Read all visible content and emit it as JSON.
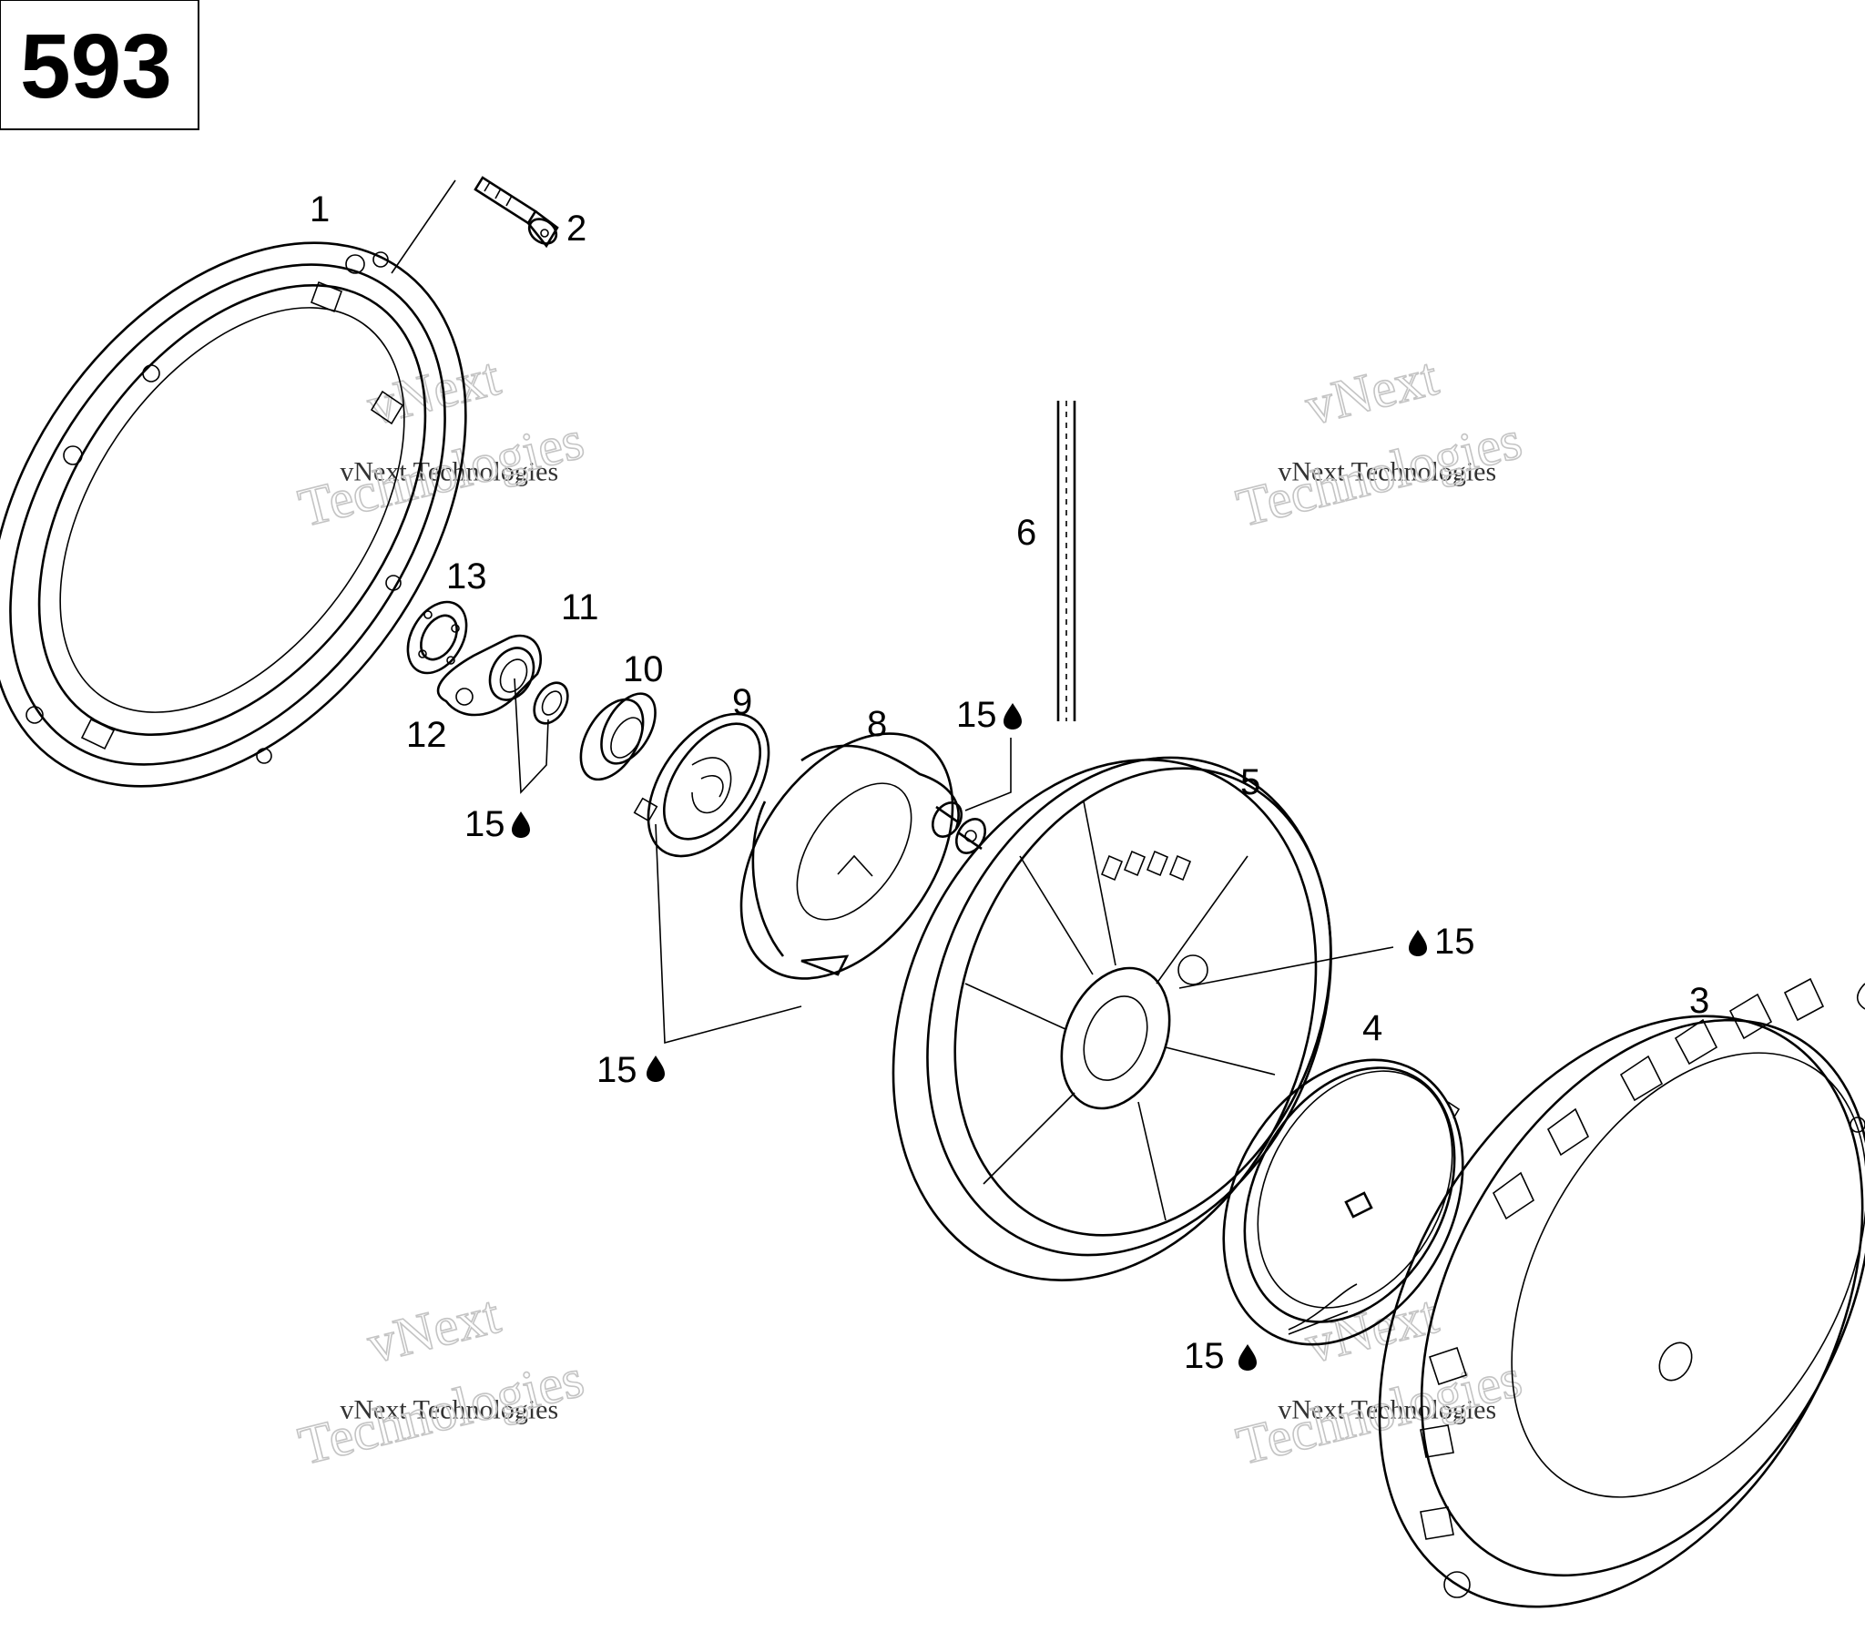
{
  "page_number": "593",
  "watermark": {
    "line1": "vNext",
    "line2": "vNext Technologies",
    "line3": "Technologies"
  },
  "callouts": [
    {
      "id": "1",
      "text": "1"
    },
    {
      "id": "2",
      "text": "2"
    },
    {
      "id": "3",
      "text": "3"
    },
    {
      "id": "4",
      "text": "4"
    },
    {
      "id": "5",
      "text": "5"
    },
    {
      "id": "6",
      "text": "6"
    },
    {
      "id": "8",
      "text": "8"
    },
    {
      "id": "9",
      "text": "9"
    },
    {
      "id": "10",
      "text": "10"
    },
    {
      "id": "11",
      "text": "11"
    },
    {
      "id": "12",
      "text": "12"
    },
    {
      "id": "13",
      "text": "13"
    },
    {
      "id": "15a",
      "text": "15"
    },
    {
      "id": "15b",
      "text": "15"
    },
    {
      "id": "15c",
      "text": "15"
    },
    {
      "id": "15d",
      "text": "15"
    },
    {
      "id": "15e",
      "text": "15"
    }
  ],
  "icons": {
    "lubricant": "oil-drop-icon"
  }
}
